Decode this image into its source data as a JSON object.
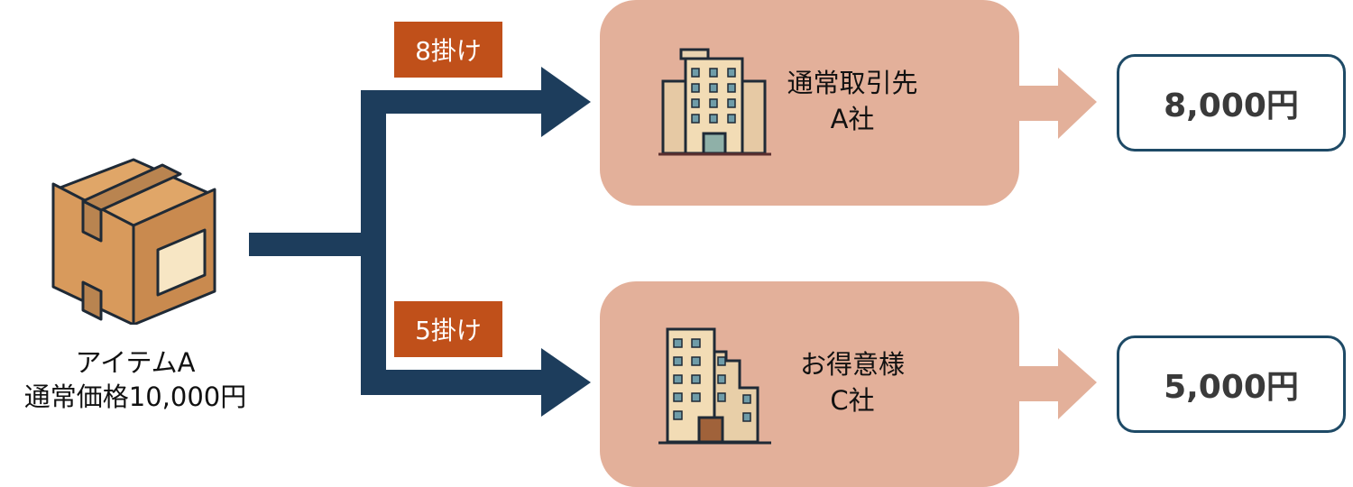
{
  "item": {
    "name": "アイテムA",
    "price_label": "通常価格10,000円",
    "icon": "box-icon"
  },
  "branches": [
    {
      "rate_label": "8掛け",
      "customer_line1": "通常取引先",
      "customer_line2": "A社",
      "result": "8,000円",
      "icon": "office-building-icon"
    },
    {
      "rate_label": "5掛け",
      "customer_line1": "お得意様",
      "customer_line2": "C社",
      "result": "5,000円",
      "icon": "office-building-icon"
    }
  ],
  "colors": {
    "flow": "#1d3d5c",
    "rate": "#c0501a",
    "panel": "#e3b09a",
    "result_border": "#1e4a66"
  }
}
